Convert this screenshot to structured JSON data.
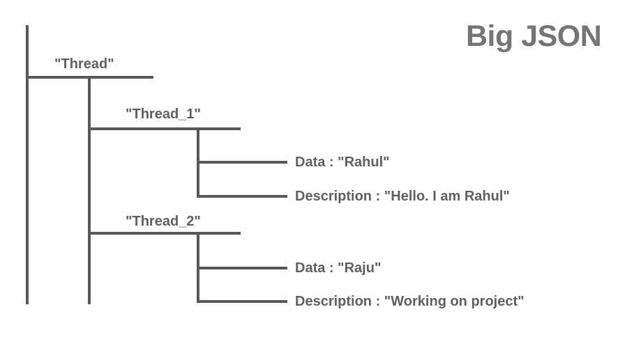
{
  "title": "Big JSON",
  "tree": {
    "root": {
      "label": "\"Thread\""
    },
    "threads": [
      {
        "label": "\"Thread_1\"",
        "fields": [
          {
            "label": "Data : \"Rahul\""
          },
          {
            "label": "Description : \"Hello. I am Rahul\""
          }
        ]
      },
      {
        "label": "\"Thread_2\"",
        "fields": [
          {
            "label": "Data : \"Raju\""
          },
          {
            "label": "Description : \"Working on project\""
          }
        ]
      }
    ]
  },
  "colors": {
    "line": "#58595b",
    "label": "#606060",
    "title": "#757575",
    "bg": "#ffffff"
  }
}
